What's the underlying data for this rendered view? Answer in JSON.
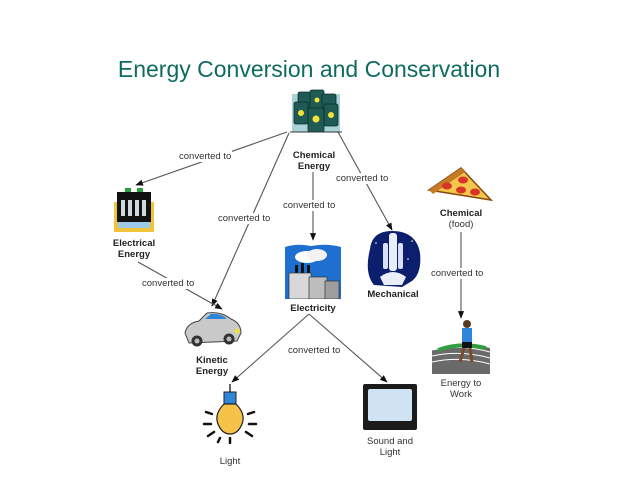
{
  "title": "Energy Conversion and Conservation",
  "nodes": {
    "chemical_energy": {
      "label_line1": "Chemical",
      "label_line2": "Energy",
      "icon": "oil-barrels-icon"
    },
    "electrical_energy": {
      "label_line1": "Electrical",
      "label_line2": "Energy",
      "icon": "battery-icon"
    },
    "electricity": {
      "label": "Electricity",
      "icon": "power-plant-icon"
    },
    "mechanical": {
      "label": "Mechanical",
      "icon": "space-shuttle-icon"
    },
    "chemical_food": {
      "label_line1": "Chemical",
      "label_line2": "(food)",
      "icon": "pizza-slice-icon"
    },
    "kinetic_energy": {
      "label_line1": "Kinetic",
      "label_line2": "Energy",
      "icon": "car-icon"
    },
    "energy_to_work": {
      "label_line1": "Energy to",
      "label_line2": "Work",
      "icon": "runner-icon"
    },
    "light": {
      "label": "Light",
      "icon": "light-bulb-icon"
    },
    "sound_and_light": {
      "label_line1": "Sound and",
      "label_line2": "Light",
      "icon": "television-icon"
    }
  },
  "edges": [
    {
      "from": "chemical_energy",
      "to": "electrical_energy",
      "label": "converted to"
    },
    {
      "from": "chemical_energy",
      "to": "kinetic_energy",
      "label": "converted to"
    },
    {
      "from": "chemical_energy",
      "to": "electricity",
      "label": "converted to"
    },
    {
      "from": "chemical_energy",
      "to": "mechanical",
      "label": "converted to"
    },
    {
      "from": "electrical_energy",
      "to": "kinetic_energy",
      "label": "converted to"
    },
    {
      "from": "chemical_food",
      "to": "energy_to_work",
      "label": "converted to"
    },
    {
      "from": "electricity",
      "to": "light",
      "label": "converted to"
    },
    {
      "from": "electricity",
      "to": "sound_and_light",
      "label": ""
    }
  ],
  "colors": {
    "title": "#0f6b5f",
    "lines": "#555555",
    "barrel": "#1f5a55",
    "electricity_sky": "#1e6fd0",
    "shuttle_bg": "#0b1f6e",
    "bulb": "#f7c24a",
    "pizza": "#e8a23a",
    "track_grass": "#2f9e3f"
  }
}
